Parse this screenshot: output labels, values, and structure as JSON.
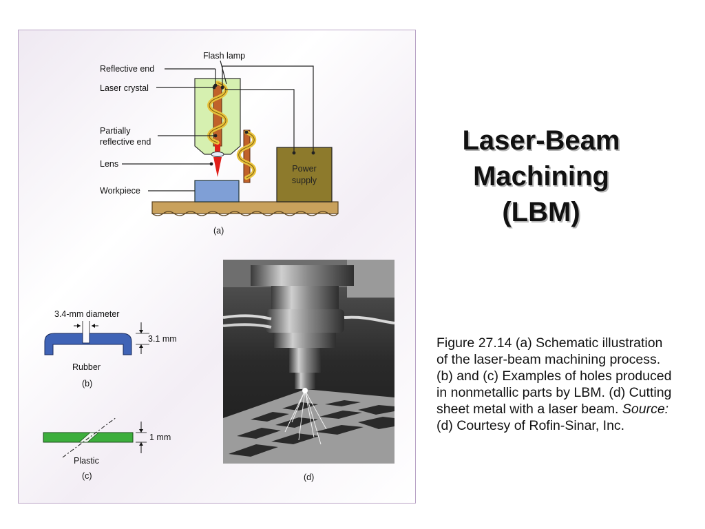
{
  "title": {
    "line1": "Laser-Beam",
    "line2": "Machining",
    "line3": "(LBM)"
  },
  "caption": {
    "part1": "Figure 27.14  (a)  Schematic illustration of the laser-beam machining process.  (b) and (c)  Examples of holes produced in nonmetallic parts by LBM.  (d)  Cutting sheet metal with a laser beam.  ",
    "source_label": "Source:",
    "part2": "  (d)  Courtesy of Rofin-Sinar, Inc."
  },
  "diagram_a": {
    "labels": {
      "flash_lamp": "Flash lamp",
      "reflective_end": "Reflective end",
      "laser_crystal": "Laser crystal",
      "partially_line1": "Partially",
      "partially_line2": "reflective end",
      "lens": "Lens",
      "workpiece": "Workpiece",
      "power_line1": "Power",
      "power_line2": "supply",
      "panel_label": "(a)"
    },
    "colors": {
      "housing": "#d6f0b0",
      "crystal": "#c0622a",
      "lamp": "#e8c23c",
      "workpiece": "#7f9fd6",
      "power_supply": "#8d7a2c",
      "base": "#c9a15c",
      "beam": "#e0201a"
    }
  },
  "diagram_b": {
    "diameter_label": "3.4-mm diameter",
    "thickness_label": "3.1 mm",
    "material_label": "Rubber",
    "panel_label": "(b)",
    "color": "#3f63b6"
  },
  "diagram_c": {
    "thickness_label": "1 mm",
    "material_label": "Plastic",
    "panel_label": "(c)",
    "color": "#3cae3c"
  },
  "photo_d": {
    "panel_label": "(d)"
  }
}
